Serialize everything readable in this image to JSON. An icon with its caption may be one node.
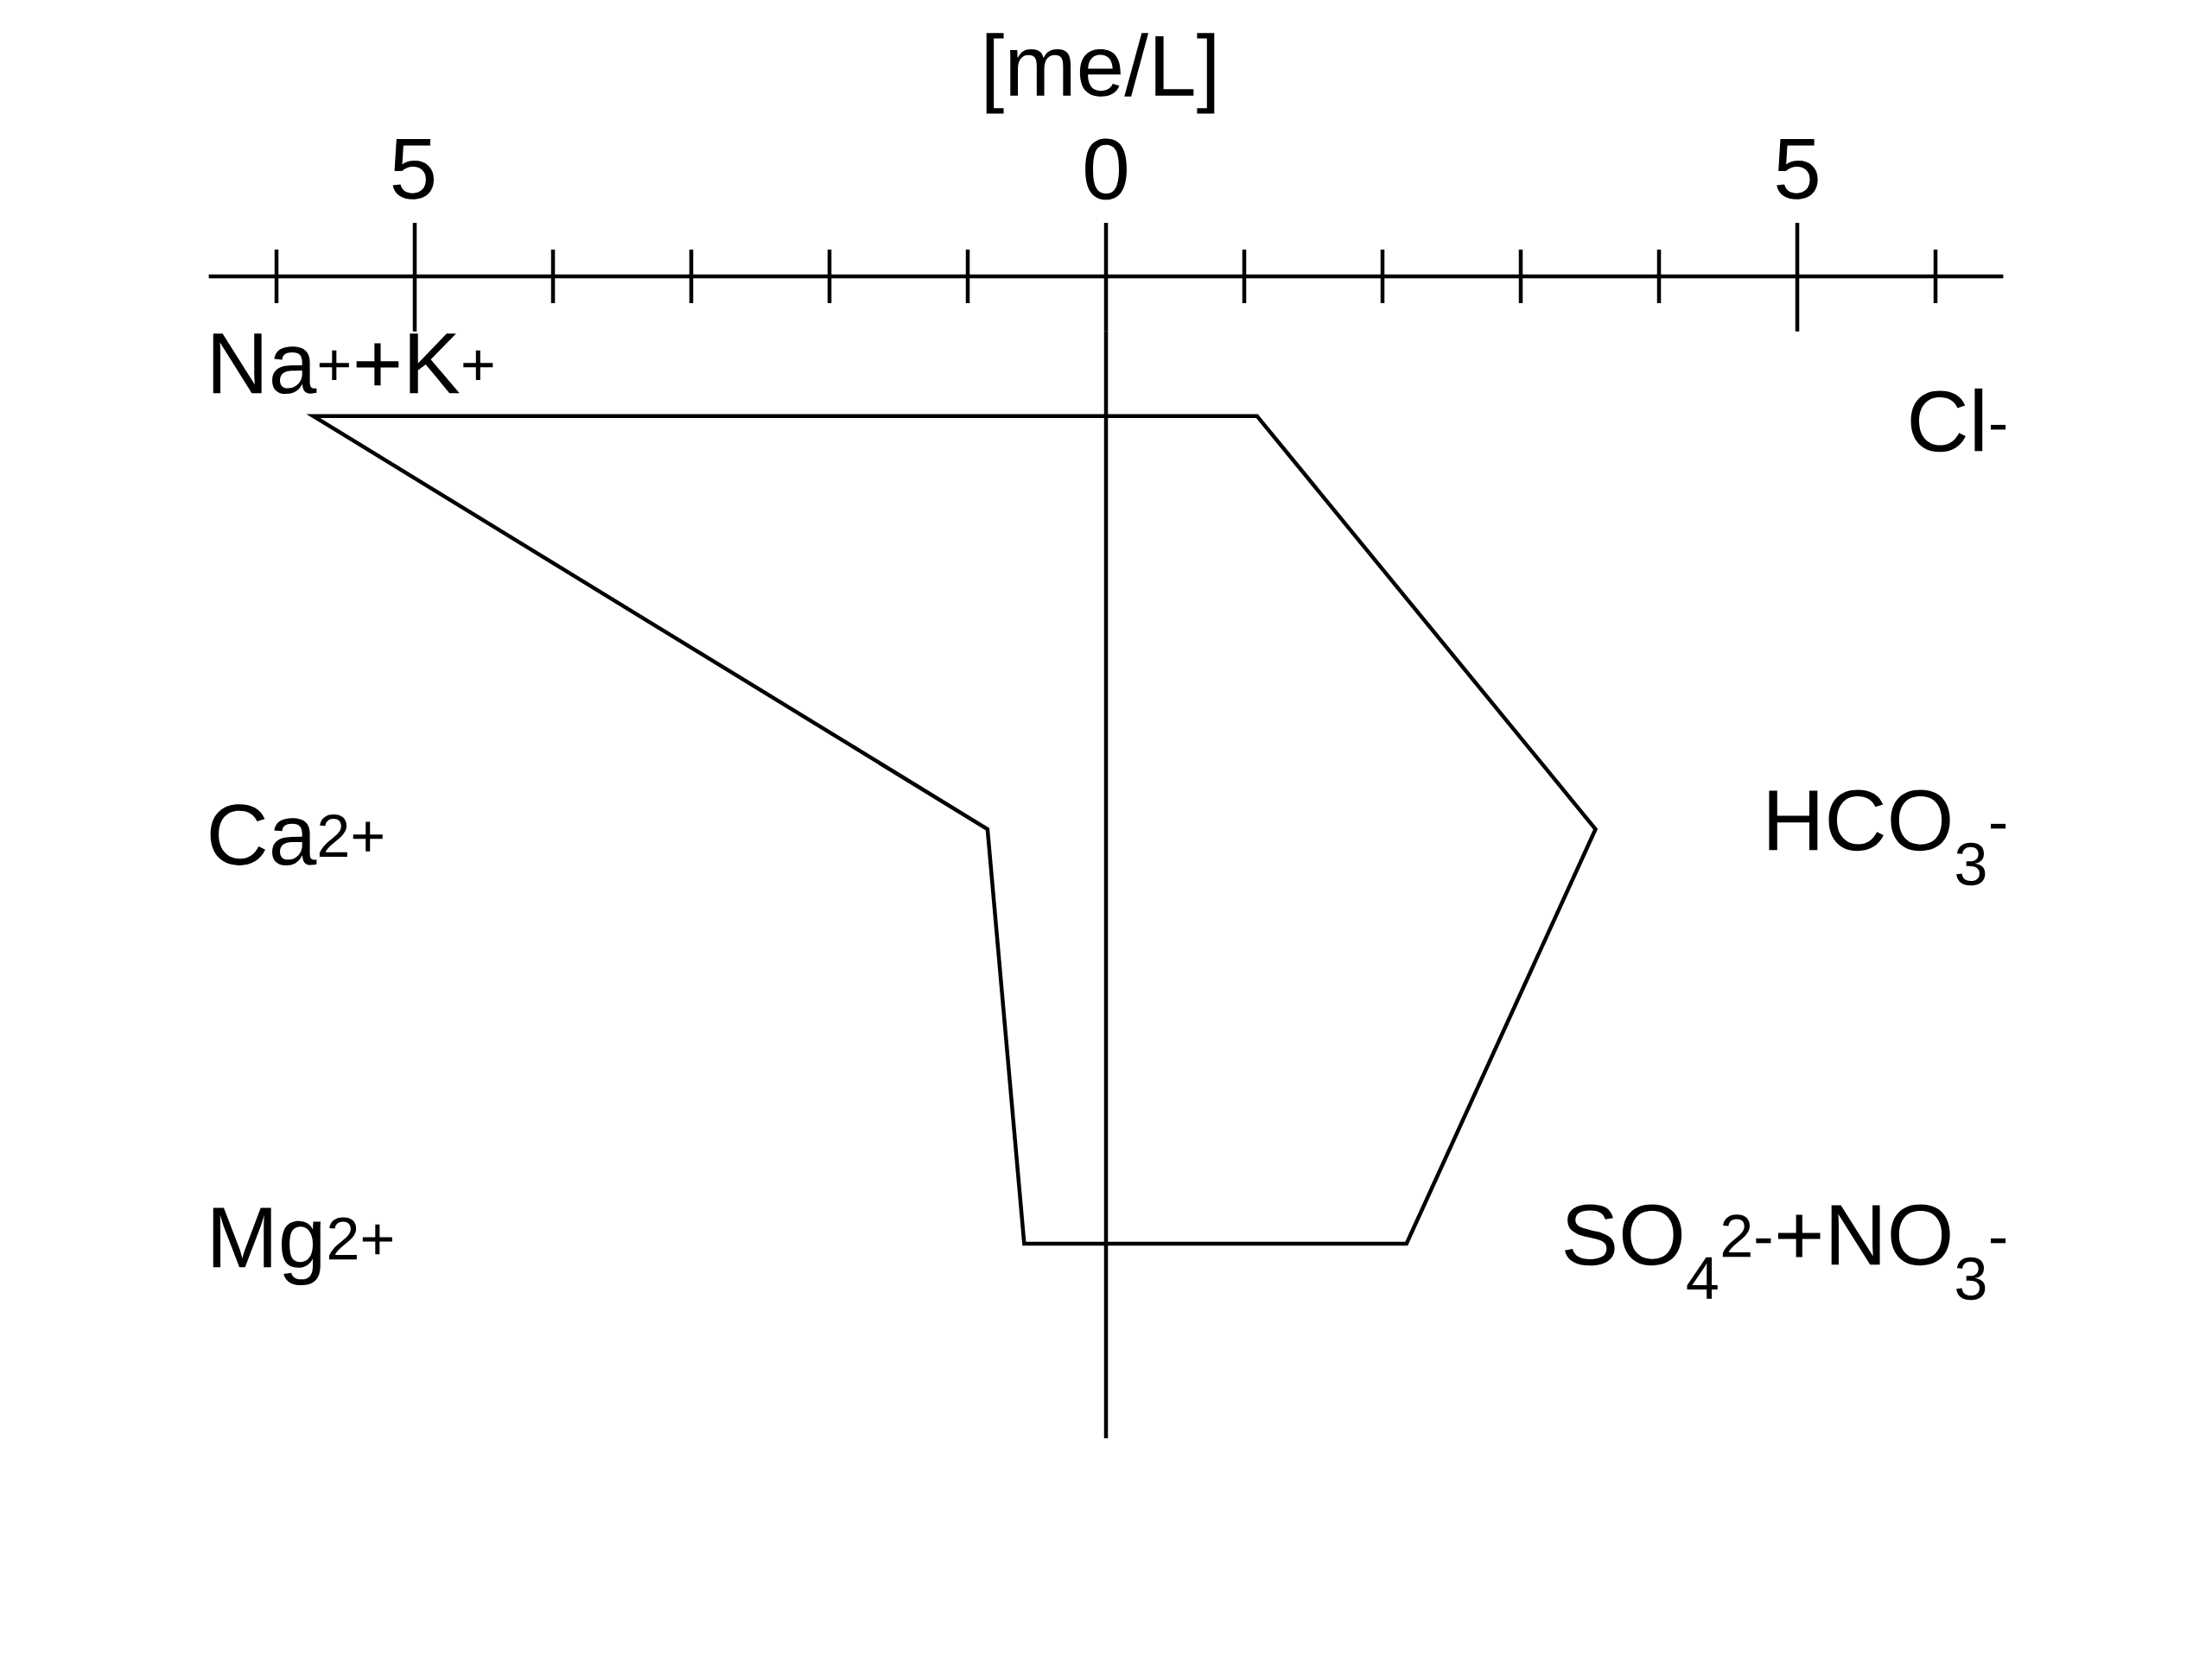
{
  "diagram": {
    "labels": [
      "[me/L]",
      "5",
      "0",
      "5",
      "Na$^{+}$+K$^{+}$",
      "Cl$^{-}$",
      "Ca$^{2+}$",
      "HCO$_{3}$$^{-}$",
      "Mg$^{2+}$",
      "SO$_{4}$$^{2-}$+NO$_{3}$$^{-}$"
    ]
  }
}
